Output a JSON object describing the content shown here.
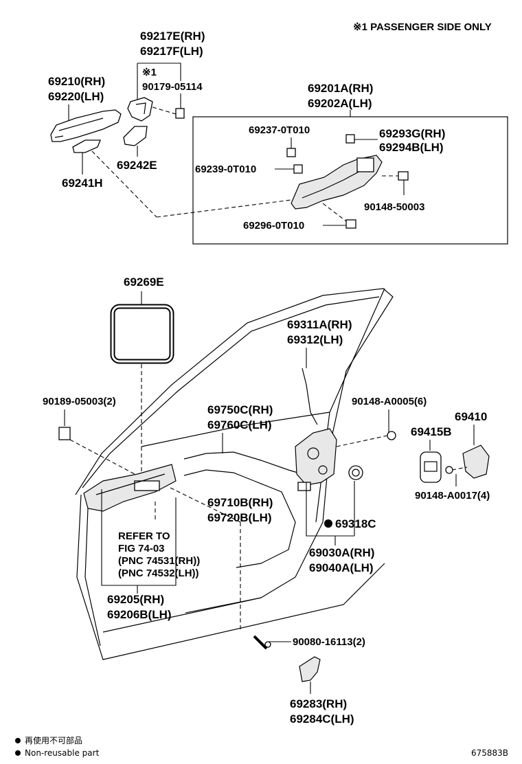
{
  "header_note": "※1 PASSENGER SIDE ONLY",
  "labels": {
    "p69217": [
      "69217E(RH)",
      "69217F(LH)"
    ],
    "p90179": [
      "※1",
      "90179-05114"
    ],
    "p69210": [
      "69210(RH)",
      "69220(LH)"
    ],
    "p69242": "69242E",
    "p69241": "69241H",
    "p69201": [
      "69201A(RH)",
      "69202A(LH)"
    ],
    "p69237": "69237-0T010",
    "p69293": [
      "69293G(RH)",
      "69294B(LH)"
    ],
    "p69239": "69239-0T010",
    "p90148_50003": "90148-50003",
    "p69296": "69296-0T010",
    "p69269": "69269E",
    "p69311": [
      "69311A(RH)",
      "69312(LH)"
    ],
    "p90189": "90189-05003(2)",
    "p90148_A0005": "90148-A0005(6)",
    "p69410": "69410",
    "p69415": "69415B",
    "p69750": [
      "69750C(RH)",
      "69760C(LH)"
    ],
    "p90148_A0017": "90148-A0017(4)",
    "p69710": [
      "69710B(RH)",
      "69720B(LH)"
    ],
    "p69318": "69318C",
    "refer": [
      "REFER TO",
      "FIG 74-03",
      "(PNC 74531(RH))",
      "(PNC 74532(LH))"
    ],
    "p69030": [
      "69030A(RH)",
      "69040A(LH)"
    ],
    "p69205": [
      "69205(RH)",
      "69206B(LH)"
    ],
    "p90080": "90080-16113(2)",
    "p69283": [
      "69283(RH)",
      "69284C(LH)"
    ]
  },
  "legend": {
    "jp": "再使用不可部品",
    "en": "Non-reusable part"
  },
  "figure_id": "675883B"
}
